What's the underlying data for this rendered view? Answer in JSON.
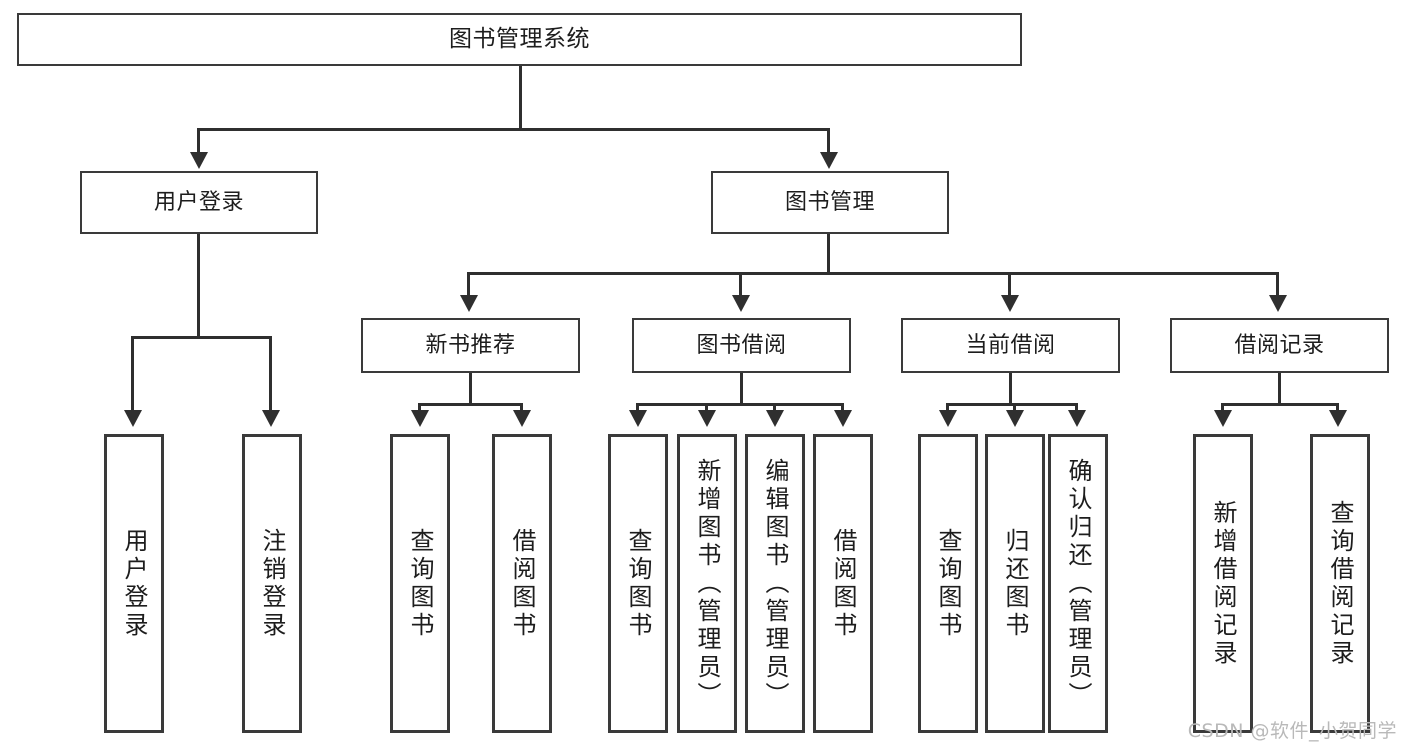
{
  "diagram": {
    "type": "tree",
    "title": "图书管理系统",
    "watermark": "CSDN @软件_小贺同学",
    "root": {
      "label": "图书管理系统"
    },
    "level1": [
      {
        "label": "用户登录"
      },
      {
        "label": "图书管理"
      }
    ],
    "level2": [
      {
        "label": "新书推荐"
      },
      {
        "label": "图书借阅"
      },
      {
        "label": "当前借阅"
      },
      {
        "label": "借阅记录"
      }
    ],
    "leaves": {
      "user_login": [
        {
          "label": "用户登录"
        },
        {
          "label": "注销登录"
        }
      ],
      "new_book_recommend": [
        {
          "label": "查询图书"
        },
        {
          "label": "借阅图书"
        }
      ],
      "book_borrow": [
        {
          "label": "查询图书"
        },
        {
          "label": "新增图书（管理员）"
        },
        {
          "label": "编辑图书（管理员）"
        },
        {
          "label": "借阅图书"
        }
      ],
      "current_borrow": [
        {
          "label": "查询图书"
        },
        {
          "label": "归还图书"
        },
        {
          "label": "确认归还（管理员）"
        }
      ],
      "borrow_record": [
        {
          "label": "新增借阅记录"
        },
        {
          "label": "查询借阅记录"
        }
      ]
    },
    "colors": {
      "line": "#2f2f2f",
      "border": "#3a3a3a",
      "text": "#1d1d1d",
      "background": "#ffffff",
      "watermark": "#b9b9b9"
    }
  }
}
